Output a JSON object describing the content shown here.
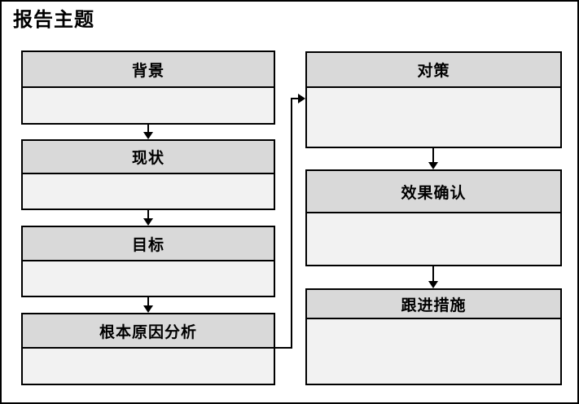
{
  "page": {
    "title": "报告主题"
  },
  "colors": {
    "header_fill": "#d9d9d9",
    "body_fill": "#f2f2f2",
    "border": "#000000",
    "background": "#ffffff",
    "text": "#000000"
  },
  "flow": {
    "left_column": [
      {
        "label": "背景"
      },
      {
        "label": "现状"
      },
      {
        "label": "目标"
      },
      {
        "label": "根本原因分析"
      }
    ],
    "right_column": [
      {
        "label": "对策"
      },
      {
        "label": "效果确认"
      },
      {
        "label": "跟进措施"
      }
    ]
  }
}
